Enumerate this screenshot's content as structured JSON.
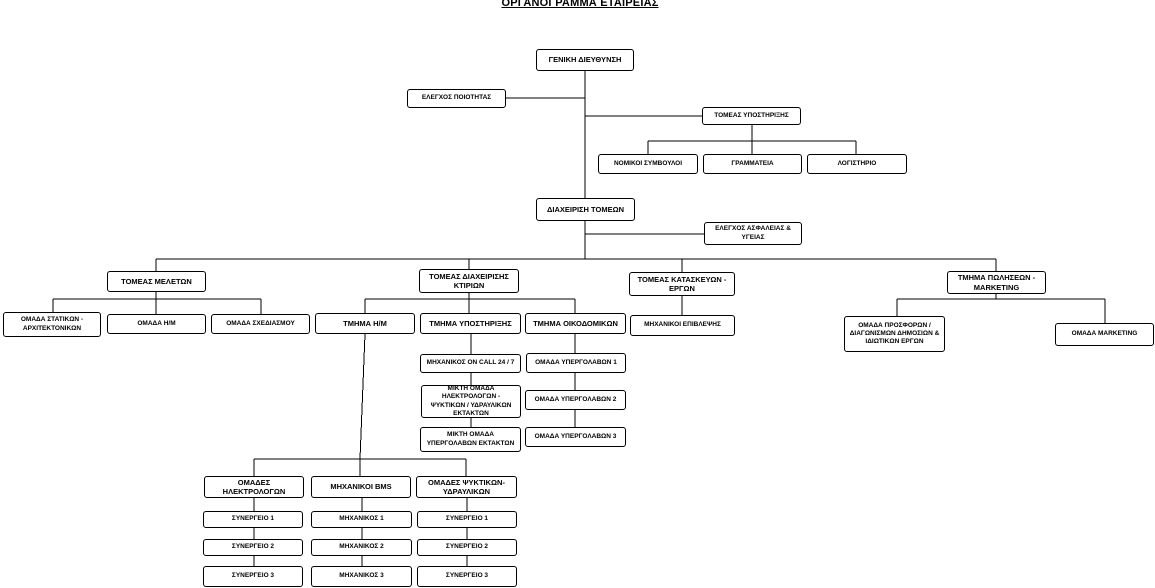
{
  "title": "ΟΡΓΑΝΟΓΡΑΜΜΑ ΕΤΑΙΡΕΙΑΣ",
  "nodes": {
    "general_management": "ΓΕΝΙΚΗ ΔΙΕΥΘΥΝΣΗ",
    "quality_control": "ΕΛΕΓΧΟΣ  ΠΟΙΟΤΗΤΑΣ",
    "support_sector": "ΤΟΜΕΑΣ ΥΠΟΣΤΗΡΙΞΗΣ",
    "legal_advisors": "ΝΟΜΙΚΟΙ ΣΥΜΒΟΥΛΟΙ",
    "secretariat": "ΓΡΑΜΜΑΤΕΙΑ",
    "accounting": "ΛΟΓΙΣΤΗΡΙΟ",
    "sector_management": "ΔΙΑΧΕΙΡΙΣΗ ΤΟΜΕΩΝ",
    "safety_control": "ΕΛΕΓΧΟΣ ΑΣΦΑΛΕΙΑΣ & ΥΓΕΙΑΣ",
    "studies_sector": "ΤΟΜΕΑΣ ΜΕΛΕΤΩΝ",
    "building_mgmt_sector": "ΤΟΜΕΑΣ ΔΙΑΧΕΙΡΙΣΗΣ ΚΤΙΡΙΩΝ",
    "construction_sector": "ΤΟΜΕΑΣ ΚΑΤΑΣΚΕΥΩΝ - ΕΡΓΩΝ",
    "sales_marketing": "ΤΜΗΜΑ ΠΩΛΗΣΕΩΝ - MARKETING",
    "structural_team": "ΟΜΑΔΑ ΣΤΑΤΙΚΩΝ - ΑΡΧΙΤΕΚΤΟΝΙΚΩΝ",
    "hm_team": "ΟΜΑΔΑ Η/Μ",
    "design_team": "ΟΜΑΔΑ ΣΧΕΔΙΑΣΜΟΥ",
    "hm_department": "ΤΜΗΜΑ Η/Μ",
    "support_department": "ΤΜΗΜΑ ΥΠΟΣΤΗΡΙΞΗΣ",
    "building_department": "ΤΜΗΜΑ ΟΙΚΟΔΟΜΙΚΩΝ",
    "supervising_engineers": "ΜΗΧΑΝΙΚΟΙ ΕΠΙΒΛΕΨΗΣ",
    "tender_team": "ΟΜΑΔΑ ΠΡΟΣΦΟΡΩΝ / ΔΙΑΓΩΝΙΣΜΩΝ ΔΗΜΟΣΙΩΝ & ΙΔΙΩΤΙΚΩΝ ΕΡΓΩΝ",
    "marketing_team": "ΟΜΑΔΑ MARKETING",
    "oncall_engineer": "ΜΗΧΑΝΙΚΟΣ ON CALL 24 / 7",
    "mixed_team_electric": "ΜΙΚΤΗ ΟΜΑΔΑ ΗΛΕΚΤΡΟΛΟΓΩΝ  - ΨΥΚΤΙΚΩΝ / ΥΔΡΑΥΛΙΚΩΝ ΕΚΤΑΚΤΩΝ",
    "mixed_team_subcontractors": "ΜΙΚΤΗ ΟΜΑΔΑ ΥΠΕΡΓΟΛΑΒΩΝ ΕΚΤΑΚΤΩΝ",
    "subcontractor_team_1": "ΟΜΑΔΑ ΥΠΕΡΓΟΛΑΒΩΝ 1",
    "subcontractor_team_2": "ΟΜΑΔΑ ΥΠΕΡΓΟΛΑΒΩΝ 2",
    "subcontractor_team_3": "ΟΜΑΔΑ ΥΠΕΡΓΟΛΑΒΩΝ 3",
    "electrician_teams": "ΟΜΑΔΕΣ ΗΛΕΚΤΡΟΛΟΓΩΝ",
    "bms_engineers": "ΜΗΧΑΝΙΚΟΙ BMS",
    "hvac_plumbing_teams": "ΟΜΑΔΕΣ ΨΥΚΤΙΚΩΝ- ΥΔΡΑΥΛΙΚΩΝ",
    "elec_crew_1": "ΣΥΝΕΡΓΕΙΟ 1",
    "elec_crew_2": "ΣΥΝΕΡΓΕΙΟ 2",
    "elec_crew_3": "ΣΥΝΕΡΓΕΙΟ 3",
    "bms_engineer_1": "ΜΗΧΑΝΙΚΟΣ 1",
    "bms_engineer_2": "ΜΗΧΑΝΙΚΟΣ 2",
    "bms_engineer_3": "ΜΗΧΑΝΙΚΟΣ 3",
    "hvac_crew_1": "ΣΥΝΕΡΓΕΙΟ 1",
    "hvac_crew_2": "ΣΥΝΕΡΓΕΙΟ 2",
    "hvac_crew_3": "ΣΥΝΕΡΓΕΙΟ 3"
  }
}
